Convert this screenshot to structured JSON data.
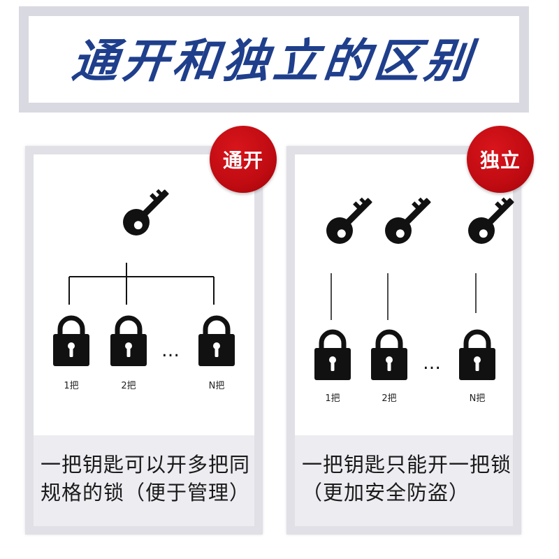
{
  "title": "通开和独立的区别",
  "left": {
    "badge": "通开",
    "lock_labels": [
      "1把",
      "2把",
      "N把"
    ],
    "ellipsis": "…",
    "caption_line1": "一把钥匙可以开多把同",
    "caption_line2": "规格的锁（便于管理）"
  },
  "right": {
    "badge": "独立",
    "lock_labels": [
      "1把",
      "2把",
      "N把"
    ],
    "ellipsis": "…",
    "caption_line1": "一把钥匙只能开一把锁",
    "caption_line2": "（更加安全防盗）"
  },
  "colors": {
    "title": "#1f3f8c",
    "badge": "#c00b12",
    "frame": "#e0e0e6"
  },
  "icons": [
    "key-icon",
    "padlock-icon"
  ]
}
